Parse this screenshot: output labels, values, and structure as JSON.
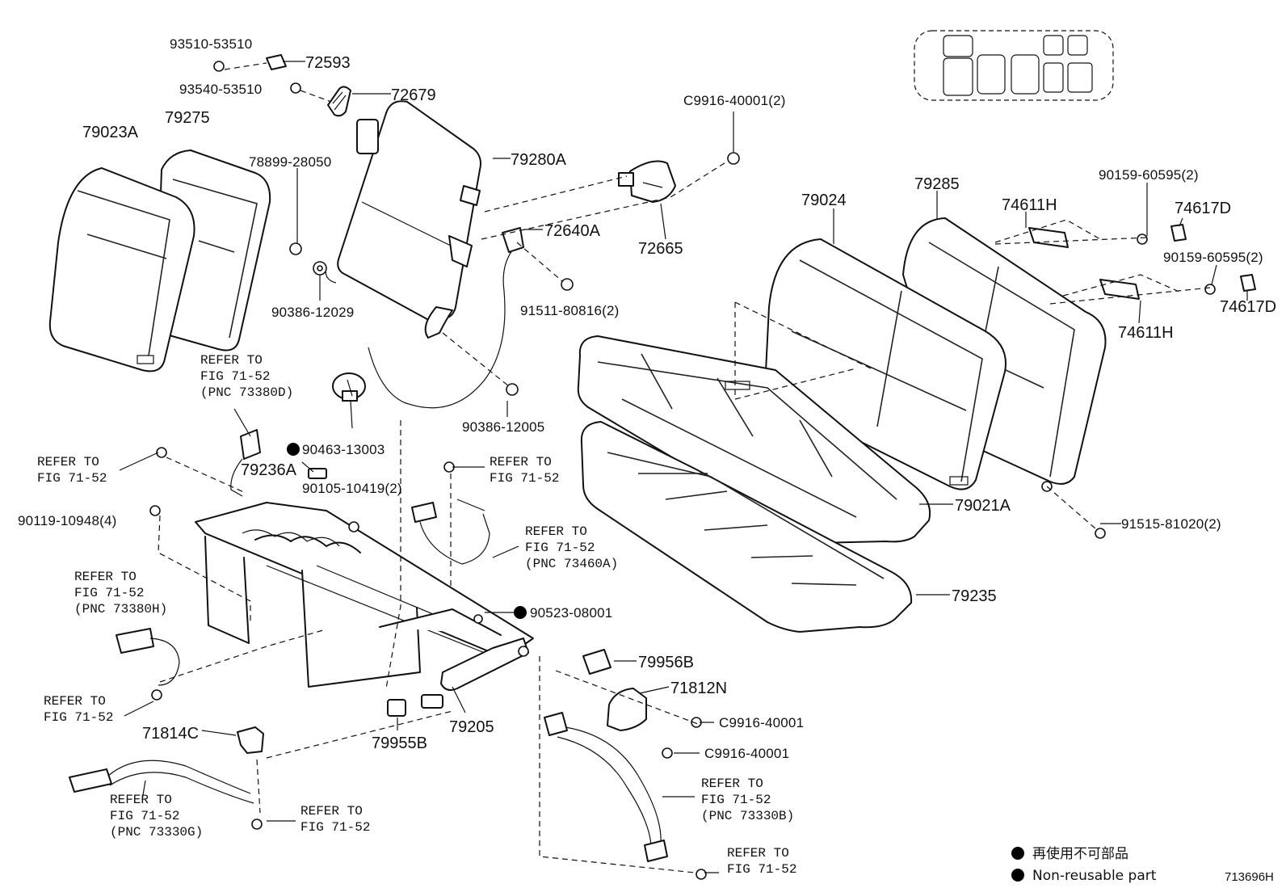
{
  "figure_code": "713696H",
  "legend": {
    "japanese": "再使用不可部品",
    "english": "Non-reusable part"
  },
  "parts": {
    "p93510": "93510-53510",
    "p72593": "72593",
    "p93540": "93540-53510",
    "p72679": "72679",
    "p79023A": "79023A",
    "p79275": "79275",
    "p78899": "78899-28050",
    "p79280A": "79280A",
    "p72640A": "72640A",
    "p90386_12029": "90386-12029",
    "p91511": "91511-80816(2)",
    "pC9916_2": "C9916-40001(2)",
    "p72665": "72665",
    "p79024": "79024",
    "p79285": "79285",
    "p74611H_top": "74611H",
    "p90159_top": "90159-60595(2)",
    "p74617D_top": "74617D",
    "p90159_bot": "90159-60595(2)",
    "p74617D_bot": "74617D",
    "p74611H_bot": "74611H",
    "p90463": "90463-13003",
    "p90386_12005": "90386-12005",
    "p79236A": "79236A",
    "p90105": "90105-10419(2)",
    "p90119": "90119-10948(4)",
    "p79021A": "79021A",
    "p91515": "91515-81020(2)",
    "p79235": "79235",
    "p90523": "90523-08001",
    "p79956B": "79956B",
    "p71812N": "71812N",
    "pC9916_a": "C9916-40001",
    "pC9916_b": "C9916-40001",
    "p71814C": "71814C",
    "p79955B": "79955B",
    "p79205": "79205"
  },
  "refs": {
    "r1": [
      "REFER TO",
      "FIG 71-52",
      "(PNC 73380D)"
    ],
    "r2": [
      "REFER TO",
      "FIG 71-52"
    ],
    "r3": [
      "REFER TO",
      "FIG 71-52"
    ],
    "r4": [
      "REFER TO",
      "FIG 71-52",
      "(PNC 73460A)"
    ],
    "r5": [
      "REFER TO",
      "FIG 71-52",
      "(PNC 73380H)"
    ],
    "r6": [
      "REFER TO",
      "FIG 71-52"
    ],
    "r7": [
      "REFER TO",
      "FIG 71-52",
      "(PNC 73330B)"
    ],
    "r8": [
      "REFER TO",
      "FIG 71-52",
      "(PNC 73330G)"
    ],
    "r9": [
      "REFER TO",
      "FIG 71-52"
    ],
    "r10": [
      "REFER TO",
      "FIG 71-52"
    ]
  }
}
